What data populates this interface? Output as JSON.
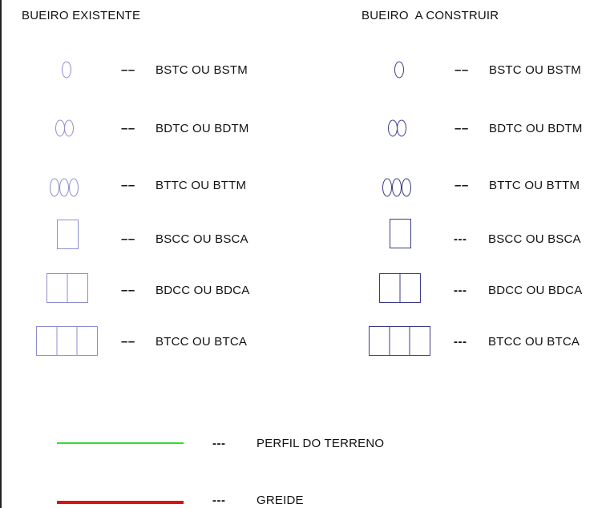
{
  "headings": {
    "existing": "BUEIRO EXISTENTE",
    "to_build": "BUEIRO  A CONSTRUIR"
  },
  "colors": {
    "existing_symbol": "#8d8dcf",
    "to_build_symbol": "#3b3b8a",
    "terrain_line": "#33dd33",
    "grade_line": "#dd1111"
  },
  "existing_rows": [
    {
      "dash": "––",
      "label": "BSTC OU BSTM"
    },
    {
      "dash": "––",
      "label": "BDTC OU BDTM"
    },
    {
      "dash": "––",
      "label": "BTTC OU BTTM"
    },
    {
      "dash": "––",
      "label": "BSCC OU BSCA"
    },
    {
      "dash": "––",
      "label": "BDCC OU BDCA"
    },
    {
      "dash": "––",
      "label": "BTCC OU BTCA"
    }
  ],
  "to_build_rows": [
    {
      "dash": "––",
      "label": "BSTC OU BSTM"
    },
    {
      "dash": "––",
      "label": "BDTC OU BDTM"
    },
    {
      "dash": "––",
      "label": "BTTC OU BTTM"
    },
    {
      "dash": "---",
      "label": "BSCC OU BSCA"
    },
    {
      "dash": "---",
      "label": "BDCC OU BDCA"
    },
    {
      "dash": "---",
      "label": "BTCC OU BTCA"
    }
  ],
  "lines": [
    {
      "dash": "---",
      "label": "PERFIL DO TERRENO"
    },
    {
      "dash": "---",
      "label": "GREIDE"
    }
  ]
}
